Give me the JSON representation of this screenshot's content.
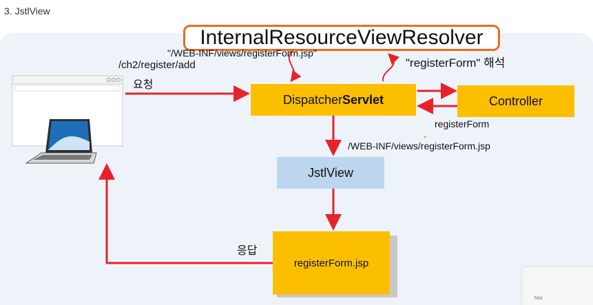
{
  "title": "3. JstlView",
  "resolver": "InternalResourceViewResolver",
  "dispatcher": {
    "prefix": "Dispatcher",
    "bold": "Servlet"
  },
  "controller": "Controller",
  "jstlview": "JstlView",
  "jsp": "registerForm.jsp",
  "labels": {
    "url": "/ch2/register/add",
    "request": "요청",
    "viewname_path": "\"/WEB-INF/views/registerForm.jsp\"",
    "interpret": "\"registerForm\" 해석",
    "return_value": "registerForm",
    "view_path": "/WEB-INF/views/registerForm.jsp",
    "response": "응답"
  },
  "thumbnail_text": "Mar",
  "colors": {
    "arrow": "#e8222a",
    "resolver_border": "#f06a1e",
    "box_yellow": "#fcbf00",
    "box_blue": "#bcd6ef"
  }
}
